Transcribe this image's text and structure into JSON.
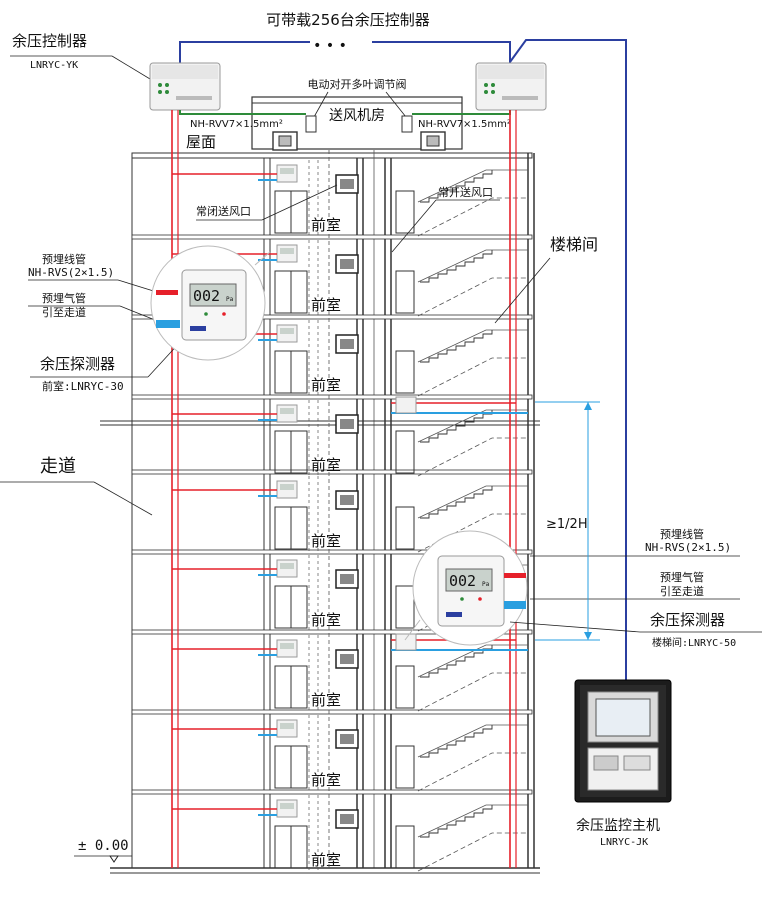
{
  "title": "可带载256台余压控制器",
  "dots": "• • •",
  "controller": {
    "name": "余压控制器",
    "model": "LNRYC-YK"
  },
  "damper_label": "电动对开多叶调节阀",
  "fan_room_label": "送风机房",
  "cable_left": "NH-RVV7×1.5mm²",
  "cable_right": "NH-RVV7×1.5mm²",
  "roof_label": "屋面",
  "closed_outlet_label": "常闭送风口",
  "open_outlet_label": "常开送风口",
  "stairwell_label": "楼梯间",
  "antechamber_label": "前室",
  "corridor_label": "走道",
  "left_detector": {
    "conduit_title": "预埋线管",
    "conduit_spec": "NH-RVS(2×1.5)",
    "gas_title": "预埋气管",
    "gas_note": "引至走道",
    "name": "余压探测器",
    "model": "前室:LNRYC-30",
    "display": "002",
    "unit": "Pa"
  },
  "right_detector": {
    "conduit_title": "预埋线管",
    "conduit_spec": "NH-RVS(2×1.5)",
    "gas_title": "预埋气管",
    "gas_note": "引至走道",
    "name": "余压探测器",
    "model": "楼梯间:LNRYC-50",
    "display": "002",
    "unit": "Pa"
  },
  "height_note": "≥1/2H",
  "ground_level": "± 0.00",
  "host": {
    "name": "余压监控主机",
    "model": "LNRYC-JK"
  },
  "colors": {
    "red": "#e6202a",
    "blue": "#2b3fa0",
    "green": "#2e8b3a",
    "cyan": "#2a9fe0"
  }
}
